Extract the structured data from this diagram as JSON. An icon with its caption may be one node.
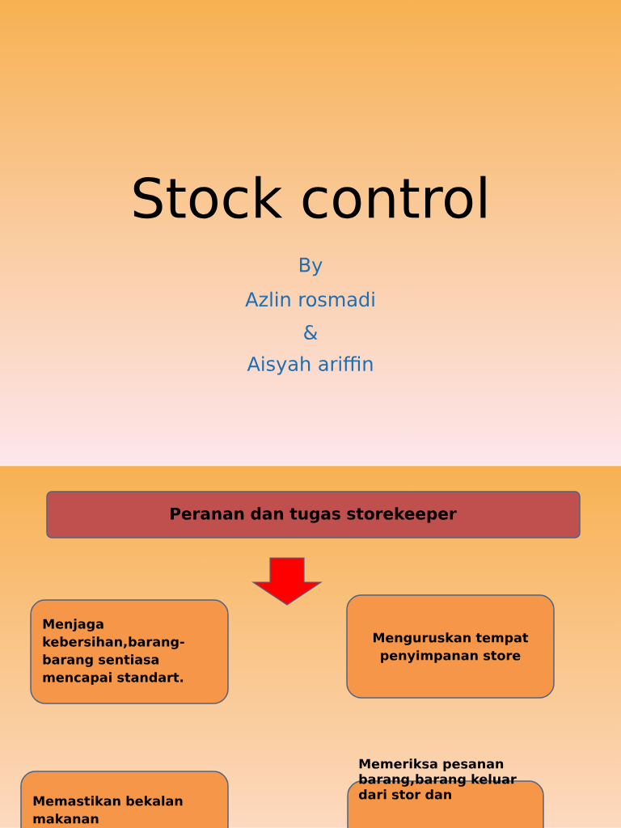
{
  "diagram": {
    "title": "Stock control",
    "nodes": [
      {
        "text": [
          "Peranan dan tugas storekeeper"
        ]
      },
      {
        "text": [
          "Menjaga kebersihan,barang-barang sentiasa mencapai standart."
        ]
      },
      {
        "text": [
          "Menguruskan tempat penyimpanan store"
        ]
      },
      {
        "text": [
          "Memastikan bekalan makanan"
        ]
      },
      {
        "text": [
          "Memeriksa pesanan barang,barang keluar dari stor dan"
        ]
      }
    ],
    "labels": [
      "By",
      "Azlin rosmadi",
      "&",
      "Aisyah ariffin"
    ]
  }
}
